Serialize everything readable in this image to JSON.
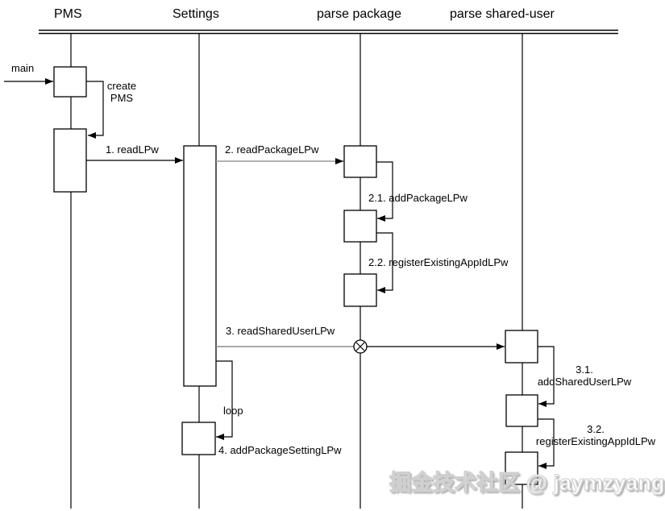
{
  "lifelines": [
    {
      "label": "PMS"
    },
    {
      "label": "Settings"
    },
    {
      "label": "parse package"
    },
    {
      "label": "parse shared-user"
    }
  ],
  "messages": {
    "main": "main",
    "create": "create\nPMS",
    "m1": "1. readLPw",
    "m2": "2. readPackageLPw",
    "m21": "2.1. addPackageLPw",
    "m22": "2.2. registerExistingAppIdLPw",
    "m3": "3. readSharedUserLPw",
    "m31": "3.1.\naddSharedUserLPw",
    "m32": "3.2.\nregisterExistingAppIdLPw",
    "loop_label": "loop",
    "m4": "4. addPackageSettingLPw"
  },
  "watermark": "掘金技术社区 @ jaymzyang",
  "colors": {
    "line": "#000000",
    "secondary_line": "#999999",
    "background": "#ffffff"
  }
}
